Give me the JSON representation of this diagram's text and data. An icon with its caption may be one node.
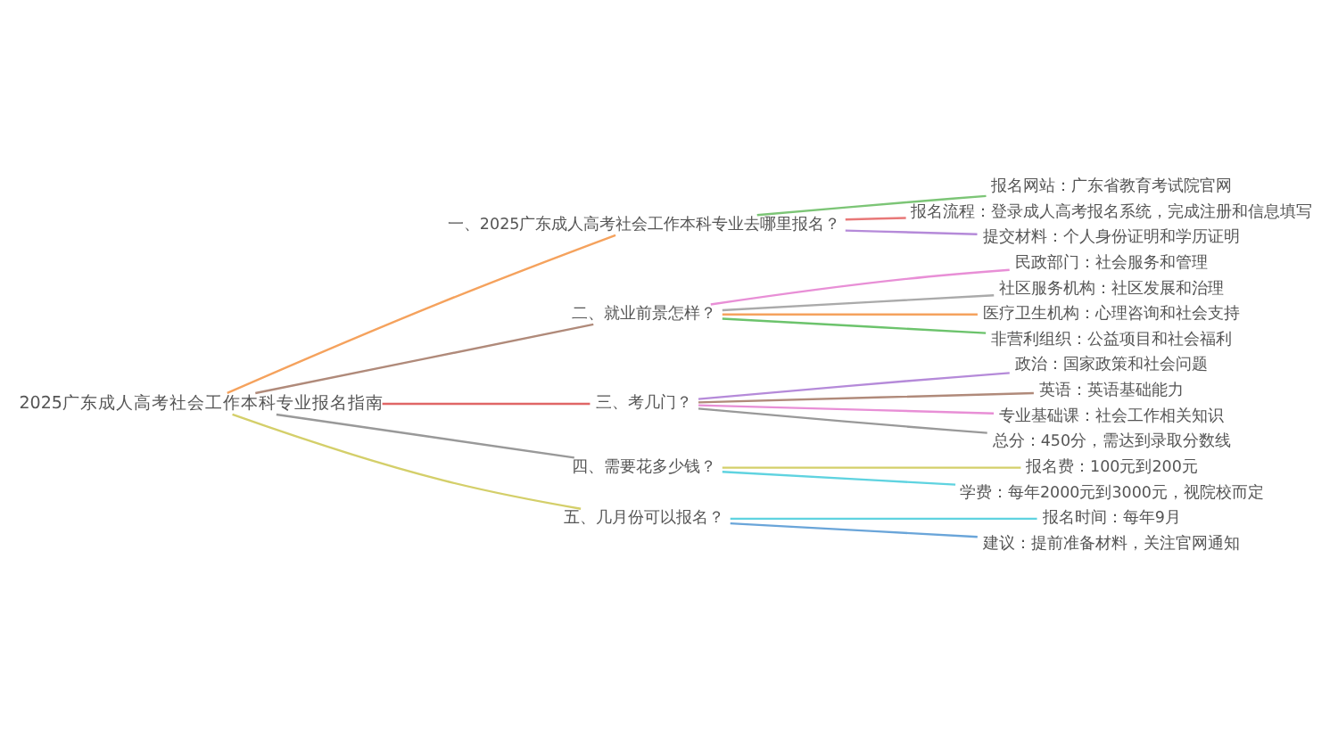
{
  "diagram": {
    "nodes": [
      {
        "text": [
          "2025广东成人高考社会工作本科专业报名指南"
        ]
      },
      {
        "text": [
          "一、2025广东成人高考社会工作本科专业去哪里报名？"
        ]
      },
      {
        "text": [
          "报名网站：广东省教育考试院官网"
        ]
      },
      {
        "text": [
          "报名流程：登录成人高考报名系统，完成注册和信息填写"
        ]
      },
      {
        "text": [
          "提交材料：个人身份证明和学历证明"
        ]
      },
      {
        "text": [
          "二、就业前景怎样？"
        ]
      },
      {
        "text": [
          "民政部门：社会服务和管理"
        ]
      },
      {
        "text": [
          "社区服务机构：社区发展和治理"
        ]
      },
      {
        "text": [
          "医疗卫生机构：心理咨询和社会支持"
        ]
      },
      {
        "text": [
          "非营利组织：公益项目和社会福利"
        ]
      },
      {
        "text": [
          "三、考几门？"
        ]
      },
      {
        "text": [
          "政治：国家政策和社会问题"
        ]
      },
      {
        "text": [
          "英语：英语基础能力"
        ]
      },
      {
        "text": [
          "专业基础课：社会工作相关知识"
        ]
      },
      {
        "text": [
          "总分：450分，需达到录取分数线"
        ]
      },
      {
        "text": [
          "四、需要花多少钱？"
        ]
      },
      {
        "text": [
          "报名费：100元到200元"
        ]
      },
      {
        "text": [
          "学费：每年2000元到3000元，视院校而定"
        ]
      },
      {
        "text": [
          "五、几月份可以报名？"
        ]
      },
      {
        "text": [
          "报名时间：每年9月"
        ]
      },
      {
        "text": [
          "建议：提前准备材料，关注官网通知"
        ]
      }
    ],
    "edges": [
      {
        "from": 0,
        "to": 1,
        "arrow": "none",
        "color": "#f5a25d"
      },
      {
        "from": 1,
        "to": 2,
        "arrow": "none",
        "color": "#7cc576"
      },
      {
        "from": 1,
        "to": 3,
        "arrow": "none",
        "color": "#e87878"
      },
      {
        "from": 1,
        "to": 4,
        "arrow": "none",
        "color": "#b58ad9"
      },
      {
        "from": 0,
        "to": 5,
        "arrow": "none",
        "color": "#b08a7a"
      },
      {
        "from": 5,
        "to": 6,
        "arrow": "none",
        "color": "#e88fd6"
      },
      {
        "from": 5,
        "to": 7,
        "arrow": "none",
        "color": "#aaaaaa"
      },
      {
        "from": 5,
        "to": 8,
        "arrow": "none",
        "color": "#f5a25d"
      },
      {
        "from": 5,
        "to": 9,
        "arrow": "none",
        "color": "#6cc36c"
      },
      {
        "from": 0,
        "to": 10,
        "arrow": "none",
        "color": "#e06666"
      },
      {
        "from": 10,
        "to": 11,
        "arrow": "none",
        "color": "#b58ad9"
      },
      {
        "from": 10,
        "to": 12,
        "arrow": "none",
        "color": "#b08a7a"
      },
      {
        "from": 10,
        "to": 13,
        "arrow": "none",
        "color": "#e88fd6"
      },
      {
        "from": 10,
        "to": 14,
        "arrow": "none",
        "color": "#999999"
      },
      {
        "from": 0,
        "to": 15,
        "arrow": "none",
        "color": "#999999"
      },
      {
        "from": 15,
        "to": 16,
        "arrow": "none",
        "color": "#d4cf6a"
      },
      {
        "from": 15,
        "to": 17,
        "arrow": "none",
        "color": "#5fd3e0"
      },
      {
        "from": 0,
        "to": 18,
        "arrow": "none",
        "color": "#d4cf6a"
      },
      {
        "from": 18,
        "to": 19,
        "arrow": "none",
        "color": "#5fd3e0"
      },
      {
        "from": 18,
        "to": 20,
        "arrow": "none",
        "color": "#6aa5d9"
      }
    ]
  }
}
